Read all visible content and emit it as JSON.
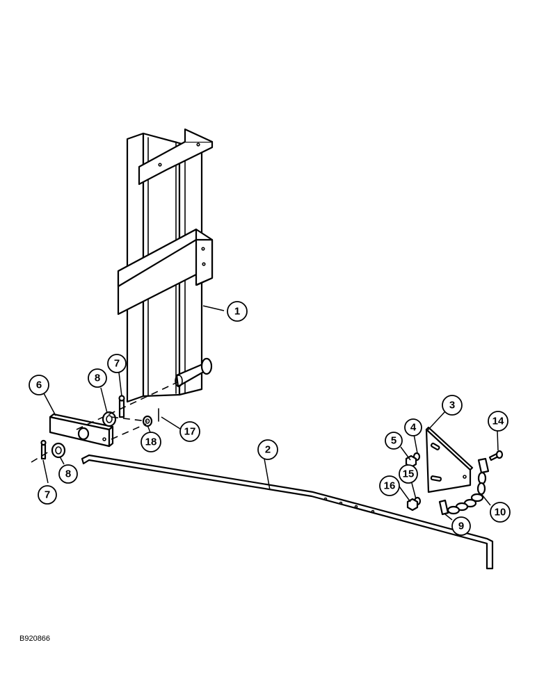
{
  "figure_code": "B920866",
  "callouts": [
    {
      "id": "c1",
      "label": "1"
    },
    {
      "id": "c2",
      "label": "2"
    },
    {
      "id": "c3",
      "label": "3"
    },
    {
      "id": "c4",
      "label": "4"
    },
    {
      "id": "c5",
      "label": "5"
    },
    {
      "id": "c6",
      "label": "6"
    },
    {
      "id": "c7a",
      "label": "7"
    },
    {
      "id": "c7b",
      "label": "7"
    },
    {
      "id": "c8a",
      "label": "8"
    },
    {
      "id": "c8b",
      "label": "8"
    },
    {
      "id": "c9",
      "label": "9"
    },
    {
      "id": "c10",
      "label": "10"
    },
    {
      "id": "c14",
      "label": "14"
    },
    {
      "id": "c15",
      "label": "15"
    },
    {
      "id": "c16",
      "label": "16"
    },
    {
      "id": "c17",
      "label": "17"
    },
    {
      "id": "c18",
      "label": "18"
    }
  ]
}
